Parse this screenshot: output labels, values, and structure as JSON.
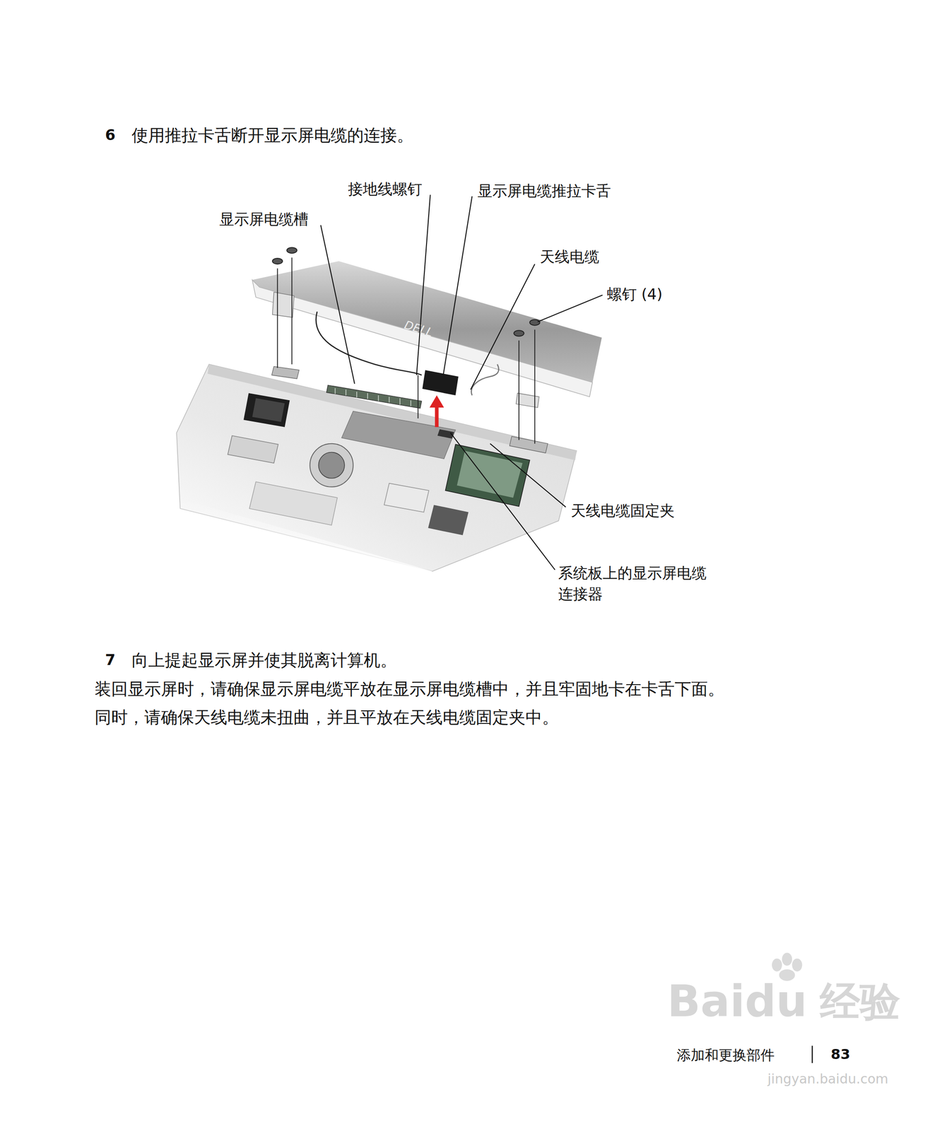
{
  "diagram": {
    "labels": [
      "6",
      "使用推拉卡舌断开显示屏电缆的连接。",
      "接地线螺钉",
      "显示屏电缆推拉卡舌",
      "显示屏电缆槽",
      "天线电缆",
      "螺钉 (4)",
      "天线电缆固定夹",
      "系统板上的显示屏电缆 连接器",
      "7",
      "向上提起显示屏并使其脱离计算机。",
      "装回显示屏时，请确保显示屏电缆平放在显示屏电缆槽中，并且牢固地卡在卡舌下面。",
      "同时，请确保天线电缆未扭曲，并且平放在天线电缆固定夹中。",
      "Baidu",
      "经验",
      "jingyan.baidu.com",
      "添加和更换部件",
      "83"
    ]
  }
}
